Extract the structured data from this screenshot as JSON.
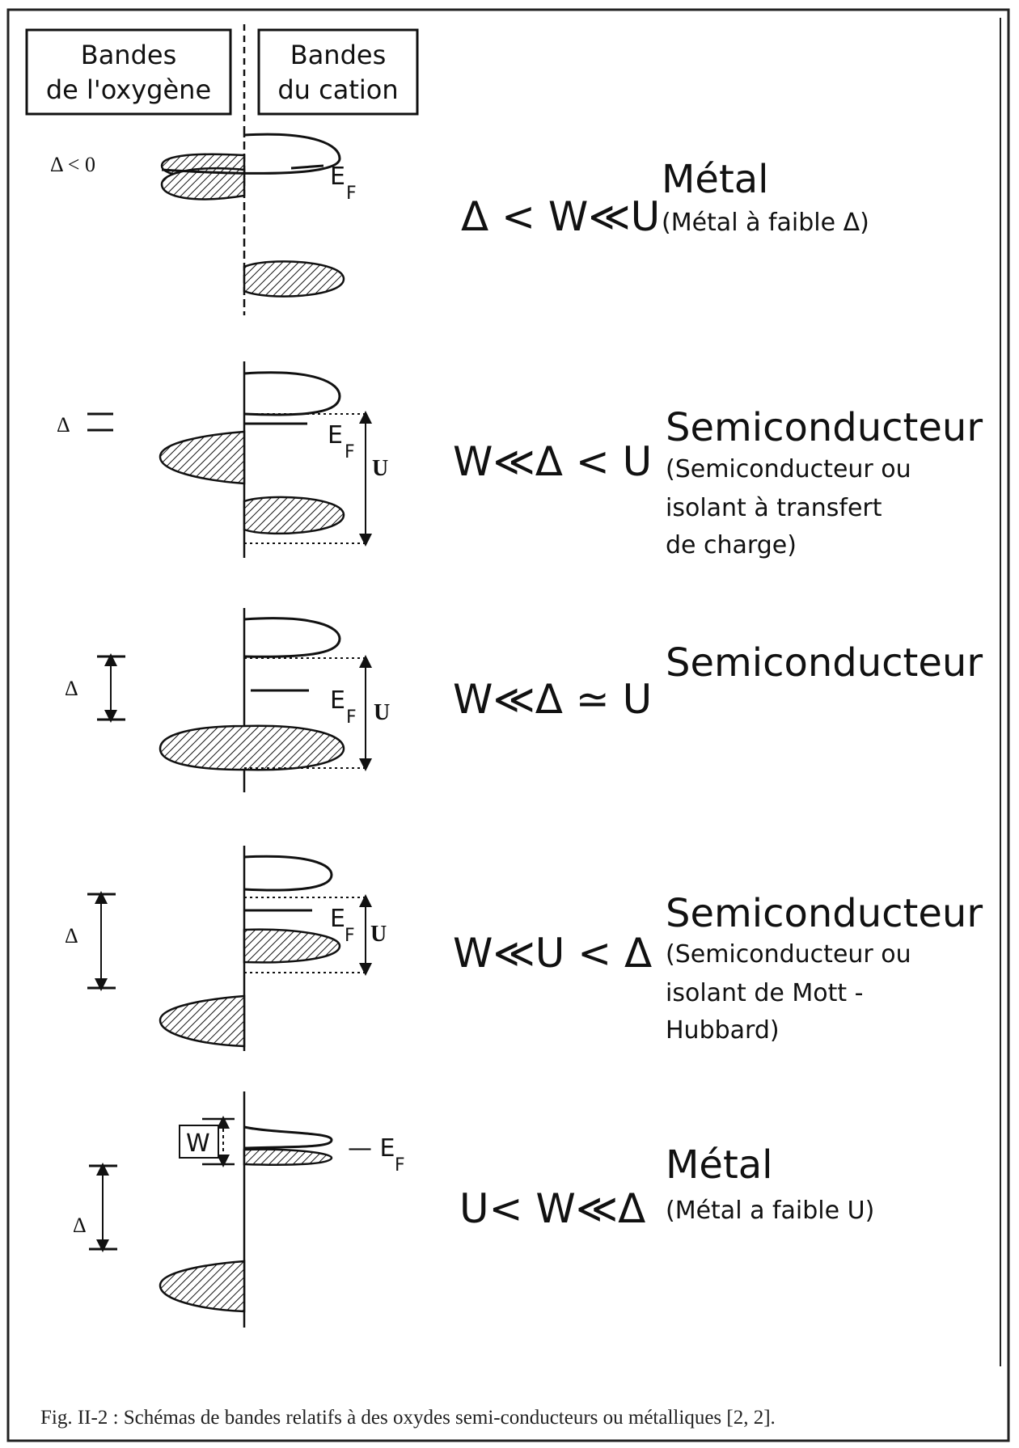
{
  "header": {
    "oxygen_line1": "Bandes",
    "oxygen_line2": "de l'oxygène",
    "cation_line1": "Bandes",
    "cation_line2": "du cation"
  },
  "rows": [
    {
      "delta_label": "Δ < 0",
      "ef_label": "E",
      "ef_sub": "F",
      "condition": "Δ < W≪U",
      "type": "Métal",
      "description": [
        "(Métal à faible Δ)"
      ]
    },
    {
      "delta_label": "Δ",
      "ef_label": "E",
      "ef_sub": "F",
      "u_label": "U",
      "condition": "W≪Δ < U",
      "type": "Semiconducteur",
      "description": [
        "(Semiconducteur ou",
        "isolant à transfert",
        "de charge)"
      ]
    },
    {
      "delta_label": "Δ",
      "ef_label": "E",
      "ef_sub": "F",
      "u_label": "U",
      "condition": "W≪Δ ≃ U",
      "type": "Semiconducteur",
      "description": []
    },
    {
      "delta_label": "Δ",
      "ef_label": "E",
      "ef_sub": "F",
      "u_label": "U",
      "condition": "W≪U < Δ",
      "type": "Semiconducteur",
      "description": [
        "(Semiconducteur ou",
        "isolant de Mott -",
        "Hubbard)"
      ]
    },
    {
      "delta_label": "Δ",
      "w_label": "W",
      "ef_label": "— E",
      "ef_sub": "F",
      "condition": "U< W≪Δ",
      "type": "Métal",
      "description": [
        "(Métal a faible U)"
      ]
    }
  ],
  "caption": "Fig. II-2 : Schémas de bandes relatifs à des oxydes semi-conducteurs ou métalliques [2, 2]."
}
